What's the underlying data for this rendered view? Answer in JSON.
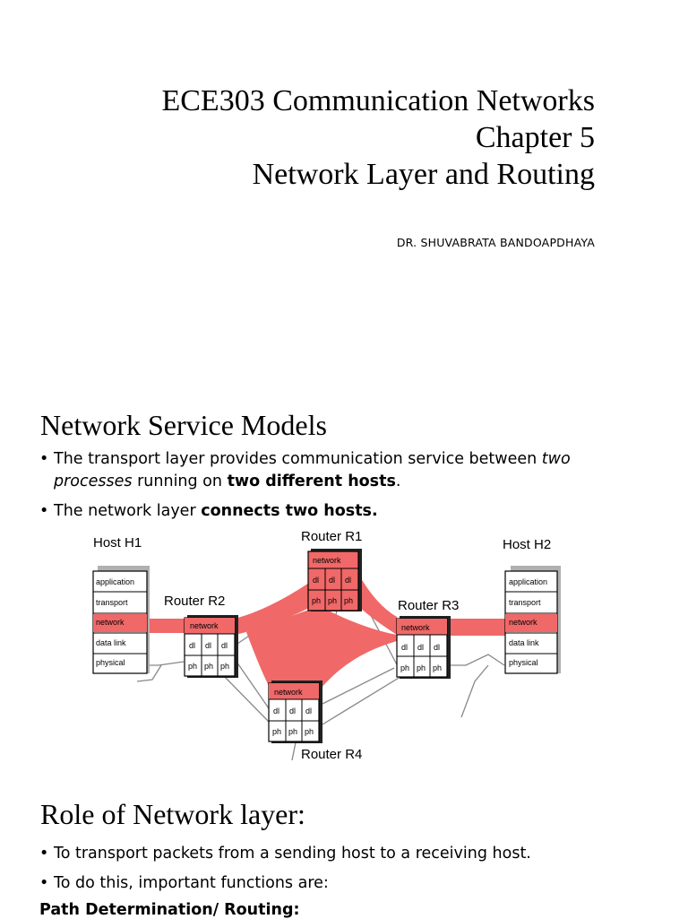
{
  "title": {
    "line1": "ECE303 Communication Networks",
    "line2": "Chapter 5",
    "line3": "Network Layer and Routing"
  },
  "author": "DR. SHUVABRATA BANDOAPDHAYA",
  "service_models": {
    "heading": "Network Service Models",
    "bullet1": {
      "t1": "The transport layer provides communication service between ",
      "t2": "two processes",
      "t3": " running on ",
      "t4": "two different hosts",
      "t5": "."
    },
    "bullet2": {
      "t1": "The network layer ",
      "t2": "connects two hosts."
    }
  },
  "diagram": {
    "highlight_color": "#f06868",
    "host_h1": {
      "label": "Host H1",
      "layers": [
        "application",
        "transport",
        "network",
        "data link",
        "physical"
      ]
    },
    "host_h2": {
      "label": "Host H2",
      "layers": [
        "application",
        "transport",
        "network",
        "data link",
        "physical"
      ]
    },
    "router_r1": {
      "label": "Router R1",
      "network": "network",
      "dl": "dl",
      "ph": "ph"
    },
    "router_r2": {
      "label": "Router R2",
      "network": "network",
      "dl": "dl",
      "ph": "ph"
    },
    "router_r3": {
      "label": "Router R3",
      "network": "network",
      "dl": "dl",
      "ph": "ph"
    },
    "router_r4": {
      "label": "Router R4",
      "network": "network",
      "dl": "dl",
      "ph": "ph"
    }
  },
  "role": {
    "heading": "Role of Network layer:",
    "bullet1": "To transport packets from a sending host to a receiving host.",
    "bullet2": "To do this, important functions are:",
    "subheading": "Path Determination/ Routing:"
  }
}
